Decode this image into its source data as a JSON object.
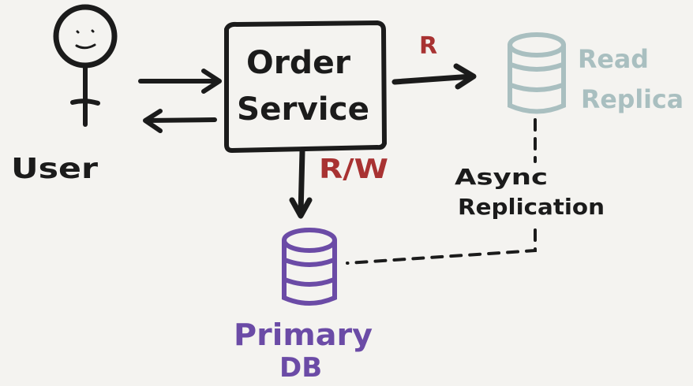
{
  "nodes": {
    "user": {
      "label": "User"
    },
    "order_service": {
      "line1": "Order",
      "line2": "Service"
    },
    "read_replica": {
      "line1": "Read",
      "line2": "Replica"
    },
    "primary_db": {
      "line1": "Primary",
      "line2": "DB"
    }
  },
  "edges": {
    "read": {
      "label": "R"
    },
    "read_write": {
      "label": "R/W"
    },
    "async_replication": {
      "line1": "Async",
      "line2": "Replication"
    }
  },
  "colors": {
    "ink": "#1b1b1b",
    "edge_label": "#a83232",
    "replica": "#a9bfc0",
    "primary": "#6b4ba6",
    "background": "#f4f3f0"
  }
}
